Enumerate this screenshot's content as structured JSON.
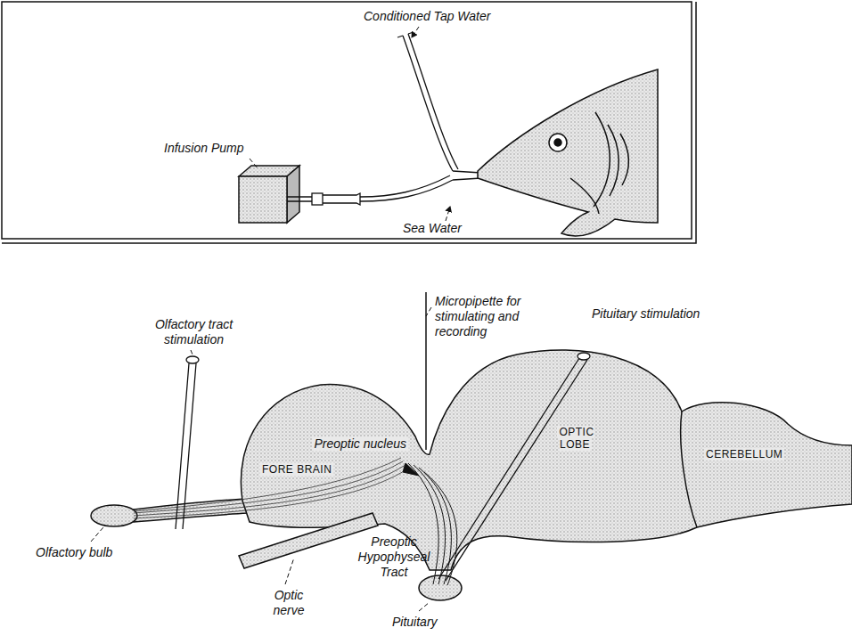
{
  "diagram": {
    "labels": [
      "Conditioned Tap Water",
      "Infusion Pump",
      "Sea Water",
      "Olfactory tract stimulation",
      "Micropipette for stimulating and recording",
      "Pituitary stimulation",
      "Preoptic nucleus",
      "FORE BRAIN",
      "OPTIC LOBE",
      "CEREBELLUM",
      "Olfactory bulb",
      "Optic nerve",
      "Preoptic Hypophyseal Tract",
      "Pituitary"
    ]
  }
}
